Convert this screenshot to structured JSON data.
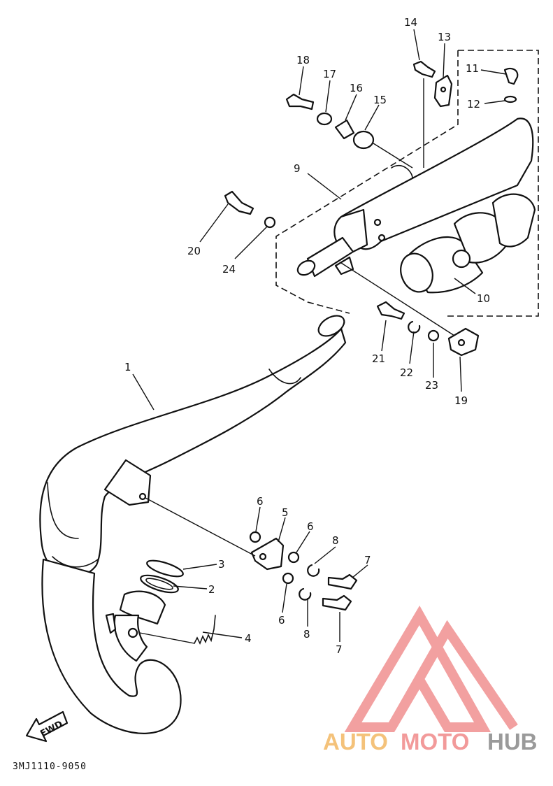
{
  "diagram_code": "3MJ1110-9050",
  "fwd_label": "FWD",
  "watermark": {
    "auto": "AUTO",
    "moto": "MOTO",
    "hub": "HUB"
  },
  "callouts": [
    {
      "id": "c1",
      "label": "1"
    },
    {
      "id": "c2",
      "label": "2"
    },
    {
      "id": "c3",
      "label": "3"
    },
    {
      "id": "c4",
      "label": "4"
    },
    {
      "id": "c5",
      "label": "5"
    },
    {
      "id": "c6a",
      "label": "6"
    },
    {
      "id": "c6b",
      "label": "6"
    },
    {
      "id": "c6c",
      "label": "6"
    },
    {
      "id": "c7a",
      "label": "7"
    },
    {
      "id": "c7b",
      "label": "7"
    },
    {
      "id": "c8a",
      "label": "8"
    },
    {
      "id": "c8b",
      "label": "8"
    },
    {
      "id": "c9",
      "label": "9"
    },
    {
      "id": "c10",
      "label": "10"
    },
    {
      "id": "c11",
      "label": "11"
    },
    {
      "id": "c12",
      "label": "12"
    },
    {
      "id": "c13",
      "label": "13"
    },
    {
      "id": "c14",
      "label": "14"
    },
    {
      "id": "c15",
      "label": "15"
    },
    {
      "id": "c16",
      "label": "16"
    },
    {
      "id": "c17",
      "label": "17"
    },
    {
      "id": "c18",
      "label": "18"
    },
    {
      "id": "c19",
      "label": "19"
    },
    {
      "id": "c20",
      "label": "20"
    },
    {
      "id": "c21",
      "label": "21"
    },
    {
      "id": "c22",
      "label": "22"
    },
    {
      "id": "c23",
      "label": "23"
    },
    {
      "id": "c24",
      "label": "24"
    }
  ]
}
